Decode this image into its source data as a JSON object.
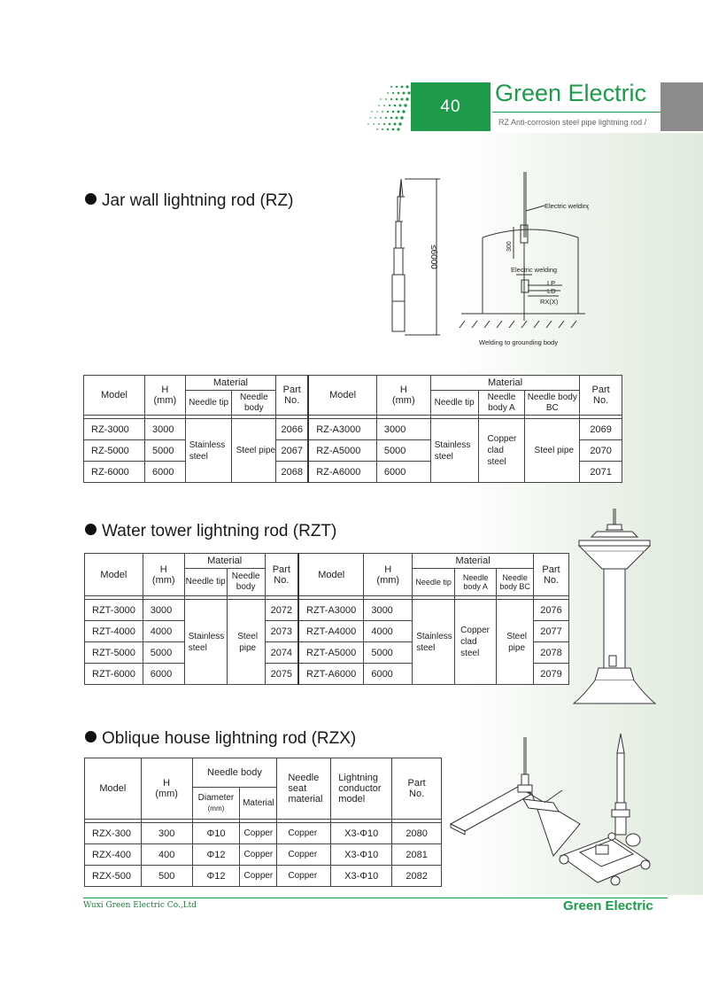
{
  "header": {
    "page_number": "40",
    "brand": "Green Electric",
    "subtitle": "RZ Anti-corrosion steel pipe lightning rod /"
  },
  "sections": {
    "rz": "Jar wall lightning rod (RZ)",
    "rzt": "Water tower lightning rod (RZT)",
    "rzx": "Oblique house lightning rod (RZX)"
  },
  "diagram": {
    "dim_height": "≤6000",
    "dim_300": "300",
    "label_weld_top": "Electric welding",
    "label_weld_mid": "Electric welding",
    "label_lp": "LP",
    "label_ld": "LD",
    "label_rx": "RX(X)",
    "label_ground": "Welding to grounding body"
  },
  "table_rz": {
    "h_model": "Model",
    "h_h": "H",
    "h_mm": "(mm)",
    "h_material": "Material",
    "h_needle_tip": "Needle tip",
    "h_needle_body": "Needle body",
    "h_part": "Part",
    "h_no": "No.",
    "h_model2": "Model",
    "h_h2": "H",
    "h_mm2": "(mm)",
    "h_material2": "Material",
    "h_needle_tip2": "Needle tip",
    "h_needle_body_a": "Needle body  A",
    "h_needle_body_bc": "Needle body BC",
    "h_part2": "Part",
    "h_no2": "No.",
    "mat_tip": "Stainless steel",
    "mat_body": "Steel pipe",
    "mat_tip2": "Stainless steel",
    "mat_body_a": "Copper clad steel",
    "mat_body_bc": "Steel pipe",
    "rows": [
      {
        "model": "RZ-3000",
        "h": "3000",
        "part": "2066",
        "model2": "RZ-A3000",
        "h2": "3000",
        "part2": "2069"
      },
      {
        "model": "RZ-5000",
        "h": "5000",
        "part": "2067",
        "model2": "RZ-A5000",
        "h2": "5000",
        "part2": "2070"
      },
      {
        "model": "RZ-6000",
        "h": "6000",
        "part": "2068",
        "model2": "RZ-A6000",
        "h2": "6000",
        "part2": "2071"
      }
    ]
  },
  "table_rzt": {
    "h_model": "Model",
    "h_h": "H",
    "h_mm": "(mm)",
    "h_material": "Material",
    "h_needle_tip": "Needle tip",
    "h_needle_body": "Needle body",
    "h_part": "Part",
    "h_no": "No.",
    "h_model2": "Model",
    "h_h2": "H",
    "h_mm2": "(mm)",
    "h_material2": "Material",
    "h_needle_tip2": "Needle tip",
    "h_needle_body_a": "Needle body  A",
    "h_needle_body_bc": "Needle body BC",
    "h_part2": "Part",
    "h_no2": "No.",
    "mat_tip": "Stainless steel",
    "mat_body": "Steel pipe",
    "mat_tip2": "Stainless steel",
    "mat_body_a": "Copper clad steel",
    "mat_body_bc": "Steel pipe",
    "rows": [
      {
        "model": "RZT-3000",
        "h": "3000",
        "part": "2072",
        "model2": "RZT-A3000",
        "h2": "3000",
        "part2": "2076"
      },
      {
        "model": "RZT-4000",
        "h": "4000",
        "part": "2073",
        "model2": "RZT-A4000",
        "h2": "4000",
        "part2": "2077"
      },
      {
        "model": "RZT-5000",
        "h": "5000",
        "part": "2074",
        "model2": "RZT-A5000",
        "h2": "5000",
        "part2": "2078"
      },
      {
        "model": "RZT-6000",
        "h": "6000",
        "part": "2075",
        "model2": "RZT-A6000",
        "h2": "6000",
        "part2": "2079"
      }
    ]
  },
  "table_rzx": {
    "h_model": "Model",
    "h_h": "H",
    "h_mm": "(mm)",
    "h_needle_body": "Needle body",
    "h_diameter": "Diameter",
    "h_diameter_unit": "(mm)",
    "h_material": "Material",
    "h_seat": "Needle seat material",
    "h_conductor": "Lightning conductor model",
    "h_part": "Part",
    "h_no": "No.",
    "rows": [
      {
        "model": "RZX-300",
        "h": "300",
        "dia": "Φ10",
        "mat": "Copper",
        "seat": "Copper",
        "cond": "X3-Φ10",
        "part": "2080"
      },
      {
        "model": "RZX-400",
        "h": "400",
        "dia": "Φ12",
        "mat": "Copper",
        "seat": "Copper",
        "cond": "X3-Φ10",
        "part": "2081"
      },
      {
        "model": "RZX-500",
        "h": "500",
        "dia": "Φ12",
        "mat": "Copper",
        "seat": "Copper",
        "cond": "X3-Φ10",
        "part": "2082"
      }
    ]
  },
  "footer": {
    "company": "Wuxi Green Electric Co.,Ltd",
    "brand": "Green Electric"
  },
  "colors": {
    "brand_green": "#1e9b4a",
    "header_gray": "#8c8c8c"
  }
}
